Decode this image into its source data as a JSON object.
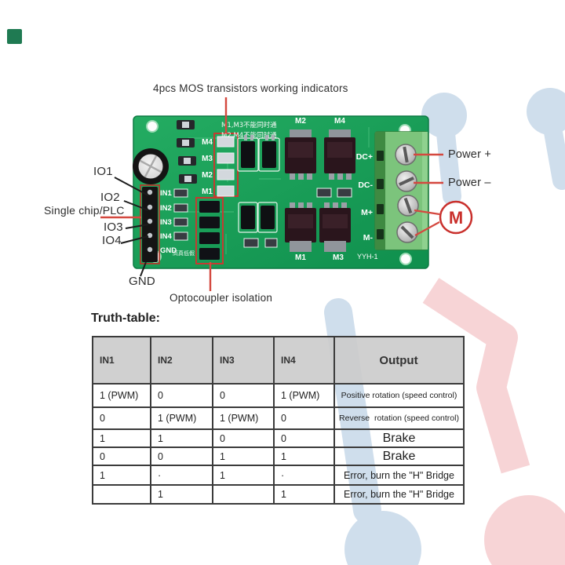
{
  "colors": {
    "pcb_green": "#1ba35a",
    "terminal_green": "#7cc47c",
    "annotation_red": "#d4483f",
    "watermark_blue": "#cfdeec",
    "watermark_pink": "#f7d4d6",
    "table_header_bg": "#cbcbcb"
  },
  "annotations": {
    "mos_indicators": "4pcs MOS transistors working indicators",
    "io1": "IO1",
    "io2": "IO2",
    "io3": "IO3",
    "io4": "IO4",
    "single_chip": "Single chip/PLC",
    "gnd": "GND",
    "optocoupler": "Optocoupler isolation",
    "power_plus": "Power +",
    "power_minus": "Power –",
    "motor_symbol": "M"
  },
  "pcb_silkscreen": {
    "warning_line1": "M1,M3不能同时通",
    "warning_line2": "M2,M4不能同时通",
    "mosfet_top": [
      "M2",
      "M4"
    ],
    "mosfet_bottom": [
      "M1",
      "M3"
    ],
    "led_labels": [
      "M4",
      "M3",
      "M2",
      "M1"
    ],
    "pin_labels": [
      "IN1",
      "IN2",
      "IN3",
      "IN4",
      "GND"
    ],
    "terminal_labels": [
      "DC+",
      "DC-",
      "M+",
      "M-"
    ],
    "board_model": "YYH-1",
    "small_note": "高真低假"
  },
  "truth_table": {
    "title": "Truth-table:",
    "headers": [
      "IN1",
      "IN2",
      "IN3",
      "IN4",
      "Output"
    ],
    "rows": [
      [
        "1 (PWM)",
        "0",
        "0",
        "1 (PWM)",
        "Positive rotation (speed control)"
      ],
      [
        "0",
        "1 (PWM)",
        "1 (PWM)",
        "0",
        "Reverse  rotation (speed control)"
      ],
      [
        "1",
        "1",
        "0",
        "0",
        "Brake"
      ],
      [
        "0",
        "0",
        "1",
        "1",
        "Brake"
      ],
      [
        "1",
        "·",
        "1",
        "·",
        "Error, burn the \"H\" Bridge"
      ],
      [
        "",
        "1",
        "",
        "1",
        "Error, burn the \"H\" Bridge"
      ]
    ]
  }
}
